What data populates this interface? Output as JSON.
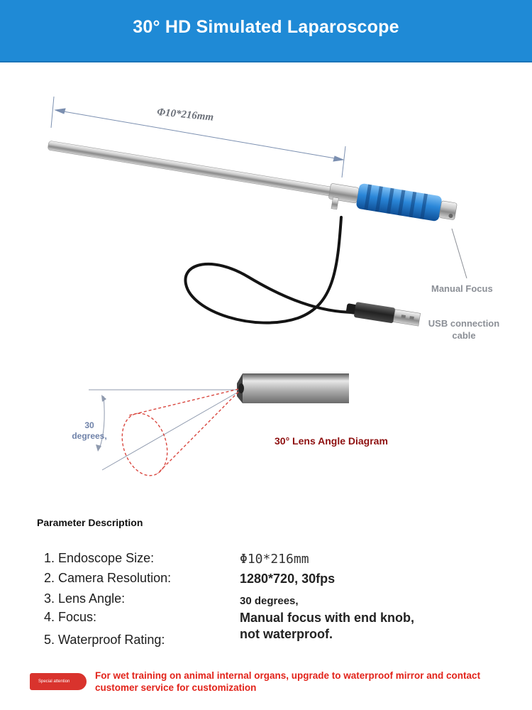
{
  "header": {
    "title": "30° HD Simulated Laparoscope",
    "background_color": "#1f8ad6"
  },
  "product_image": {
    "dimension_label": "Φ10*216mm",
    "callouts": {
      "manual_focus": "Manual Focus",
      "usb_cable": "USB connection cable"
    },
    "handle_color": "#2a86d8"
  },
  "angle_diagram": {
    "angle_label": "30 degrees,",
    "caption": "30° Lens Angle Diagram",
    "caption_color": "#8e1010"
  },
  "parameters": {
    "heading": "Parameter Description",
    "items": [
      {
        "label": "1. Endoscope Size:",
        "value": "Φ10*216mm"
      },
      {
        "label": "2. Camera Resolution:",
        "value": "1280*720, 30fps"
      },
      {
        "label": "3. Lens Angle:",
        "value": "30 degrees,"
      },
      {
        "label": "4. Focus:",
        "value": "Manual focus with end knob, not waterproof."
      },
      {
        "label": "5. Waterproof Rating:",
        "value": ""
      }
    ]
  },
  "notice": {
    "badge": "Special attention",
    "text": "For wet training on animal internal organs, upgrade to waterproof mirror and contact customer service for customization",
    "color": "#e2231a"
  }
}
